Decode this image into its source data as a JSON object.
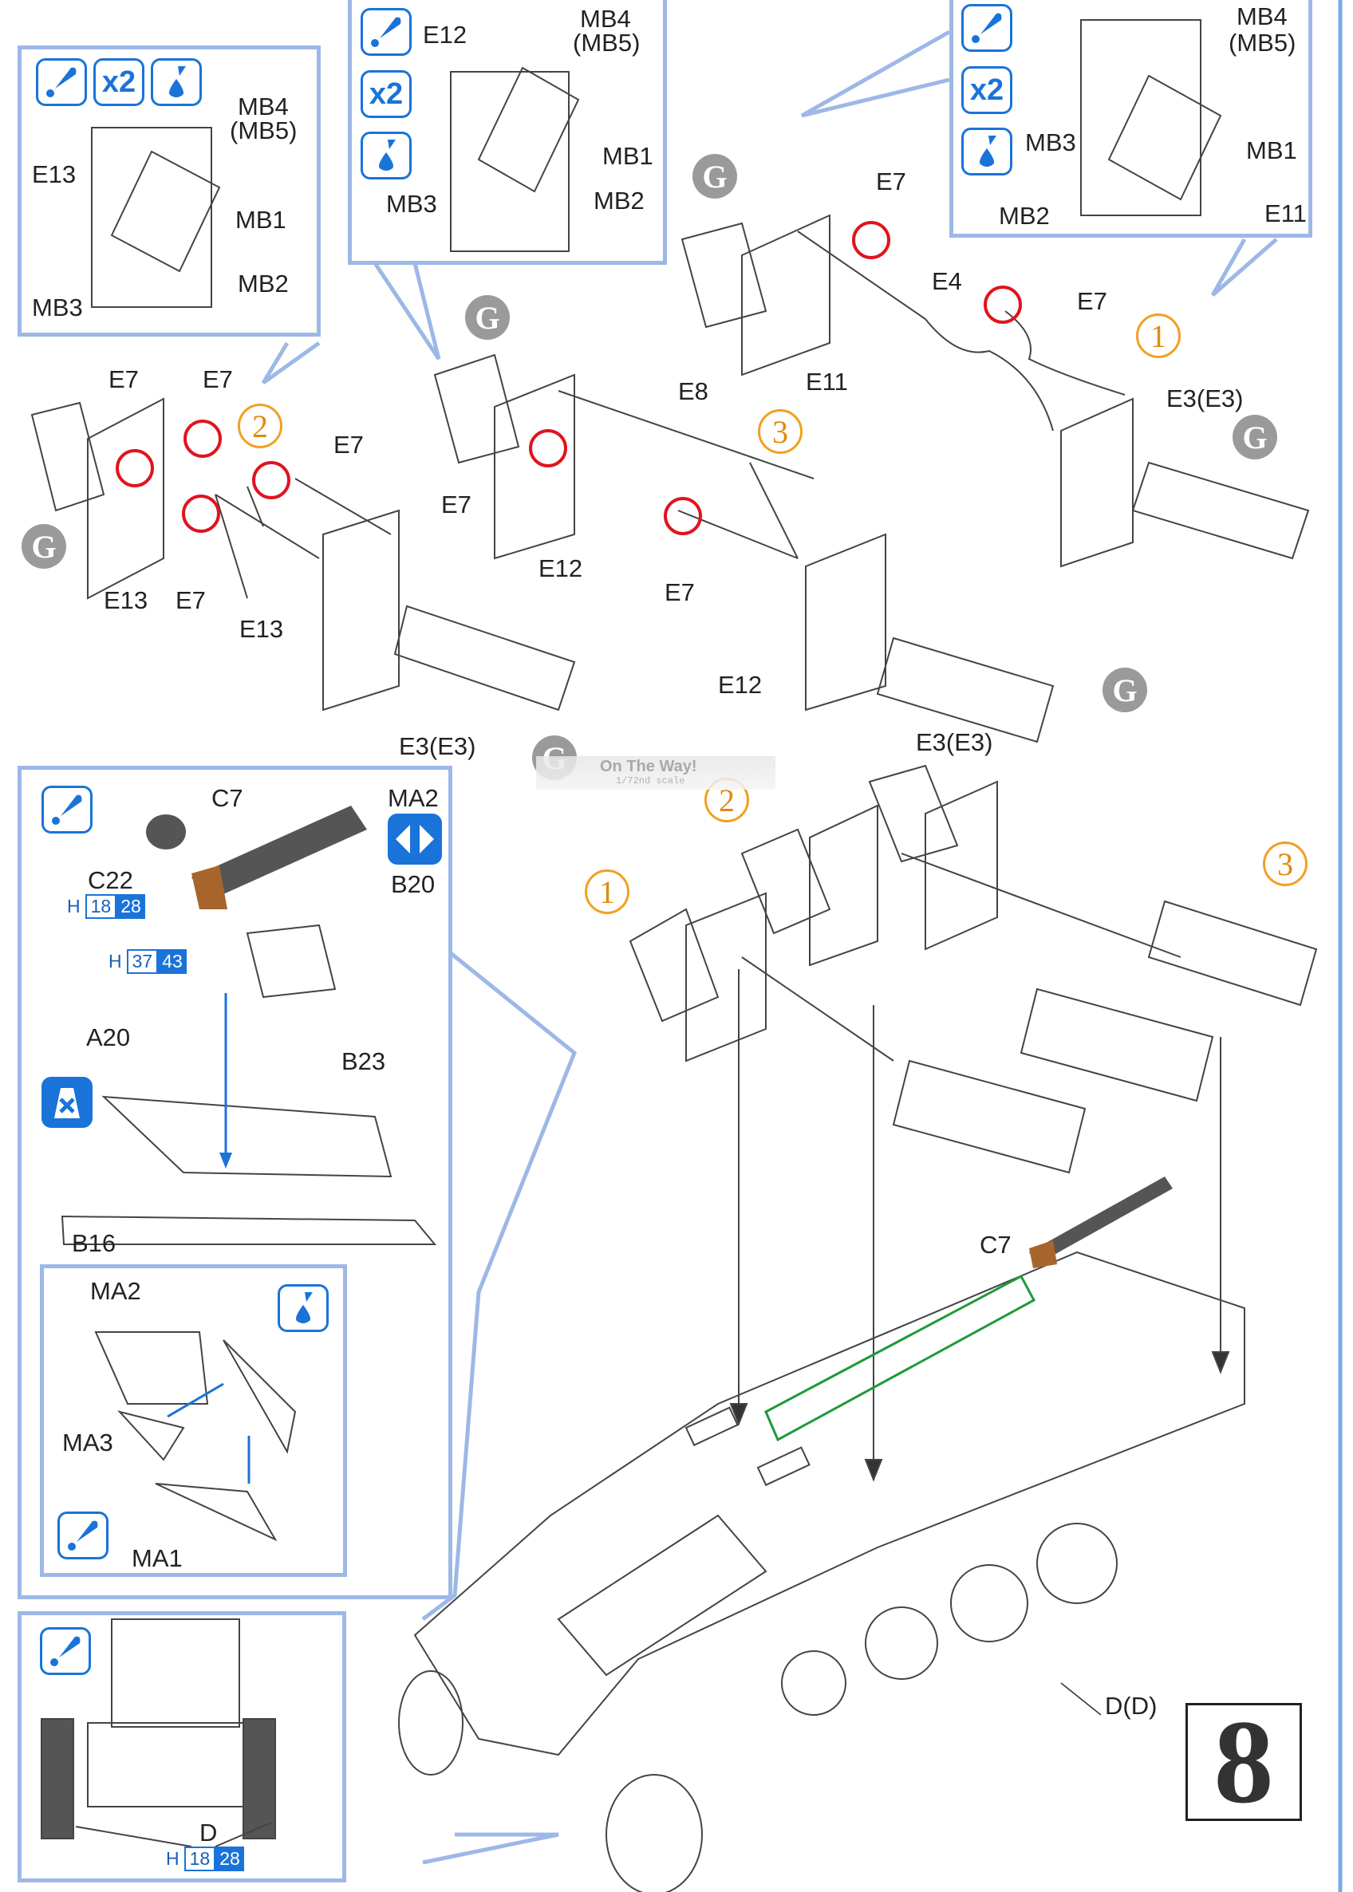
{
  "step_number": "8",
  "watermark": {
    "title": "On The Way!",
    "subtitle": "1/72nd scale"
  },
  "icons": {
    "glue": "glue-icon",
    "repeat_x2": "x2",
    "paint_water": "water-drop-icon",
    "mirror": "mirror-arrows-icon",
    "no_glue": "no-cement-icon"
  },
  "subassembly_markers": [
    "1",
    "2",
    "3"
  ],
  "part_group_badge": "G",
  "colors": {
    "callout_border": "#9db8e6",
    "icon_blue": "#1a73d9",
    "highlight_red": "#e0141e",
    "highlight_green": "#1f9a3a",
    "marker_orange": "#e08a10",
    "badge_grey": "#9a9a9a"
  },
  "callouts": {
    "e13_detail": {
      "icons": [
        "glue",
        "x2",
        "paint"
      ],
      "labels": [
        "MB4",
        "(MB5)",
        "E13",
        "MB1",
        "MB2",
        "MB3"
      ]
    },
    "e12_detail": {
      "icons": [
        "glue",
        "x2",
        "paint"
      ],
      "labels": [
        "E12",
        "MB4",
        "(MB5)",
        "MB1",
        "MB3",
        "MB2"
      ]
    },
    "e11_detail": {
      "icons": [
        "glue",
        "x2",
        "paint"
      ],
      "labels": [
        "MB4",
        "(MB5)",
        "MB3",
        "MB1",
        "MB2",
        "E11"
      ]
    }
  },
  "assembly_1": {
    "labels": [
      "E7",
      "E4",
      "E7",
      "E11",
      "E3(E3)"
    ]
  },
  "assembly_2": {
    "labels": [
      "E7",
      "E7",
      "E7",
      "E13",
      "E7",
      "E13",
      "E3(E3)"
    ]
  },
  "assembly_3": {
    "labels": [
      "E8",
      "E7",
      "E12",
      "E7",
      "E12",
      "E3(E3)"
    ]
  },
  "mg_callout": {
    "labels": [
      "C7",
      "MA2",
      "C22",
      "B20",
      "A20",
      "B23",
      "B16"
    ],
    "paint_codes": [
      {
        "prefix": "H",
        "a": "18",
        "b": "28"
      },
      {
        "prefix": "H",
        "a": "37",
        "b": "43"
      }
    ]
  },
  "shield_callout": {
    "labels": [
      "MA2",
      "MA3",
      "MA1"
    ]
  },
  "rear_callout": {
    "labels": [
      "D"
    ],
    "paint_code": {
      "prefix": "H",
      "a": "18",
      "b": "28"
    }
  },
  "main_view": {
    "labels": [
      "C7",
      "D(D)"
    ]
  }
}
